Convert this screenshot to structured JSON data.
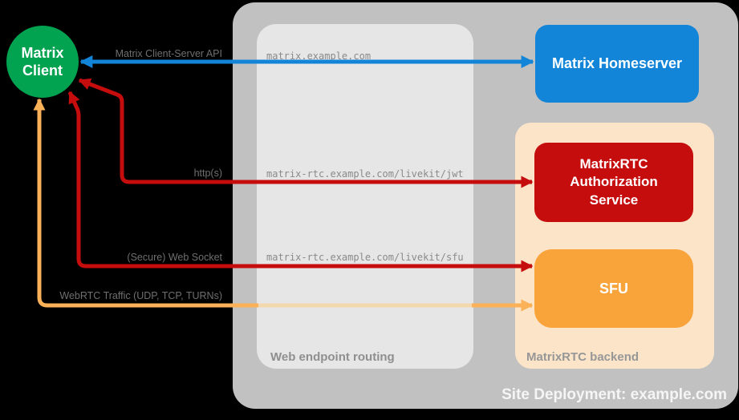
{
  "colors": {
    "background": "#000000",
    "client_green": "#01A351",
    "homeserver_blue": "#1285D8",
    "service_red": "#C50D0D",
    "sfu_orange": "#F9A33B",
    "arrow_orange": "#FBB157",
    "backend_peach": "#FBE4C8",
    "site_container_gray": "#C1C1C1",
    "routing_container_gray": "#E6E6E6"
  },
  "client": {
    "label": "Matrix Client"
  },
  "homeserver": {
    "label": "Matrix Homeserver"
  },
  "site": {
    "label": "Site Deployment: example.com"
  },
  "web_routing": {
    "label": "Web endpoint routing",
    "endpoints": [
      "matrix.example.com",
      "matrix-rtc.example.com/livekit/jwt",
      "matrix-rtc.example.com/livekit/sfu"
    ]
  },
  "backend": {
    "label": "MatrixRTC backend",
    "auth_service": {
      "label": "MatrixRTC Authorization Service"
    },
    "sfu": {
      "label": "SFU"
    }
  },
  "arrows": {
    "client_server_api": {
      "label": "Matrix Client-Server API"
    },
    "https": {
      "label": "http(s)"
    },
    "websocket": {
      "label": "(Secure) Web Socket"
    },
    "webrtc": {
      "label": "WebRTC Traffic (UDP, TCP, TURNs)"
    }
  }
}
